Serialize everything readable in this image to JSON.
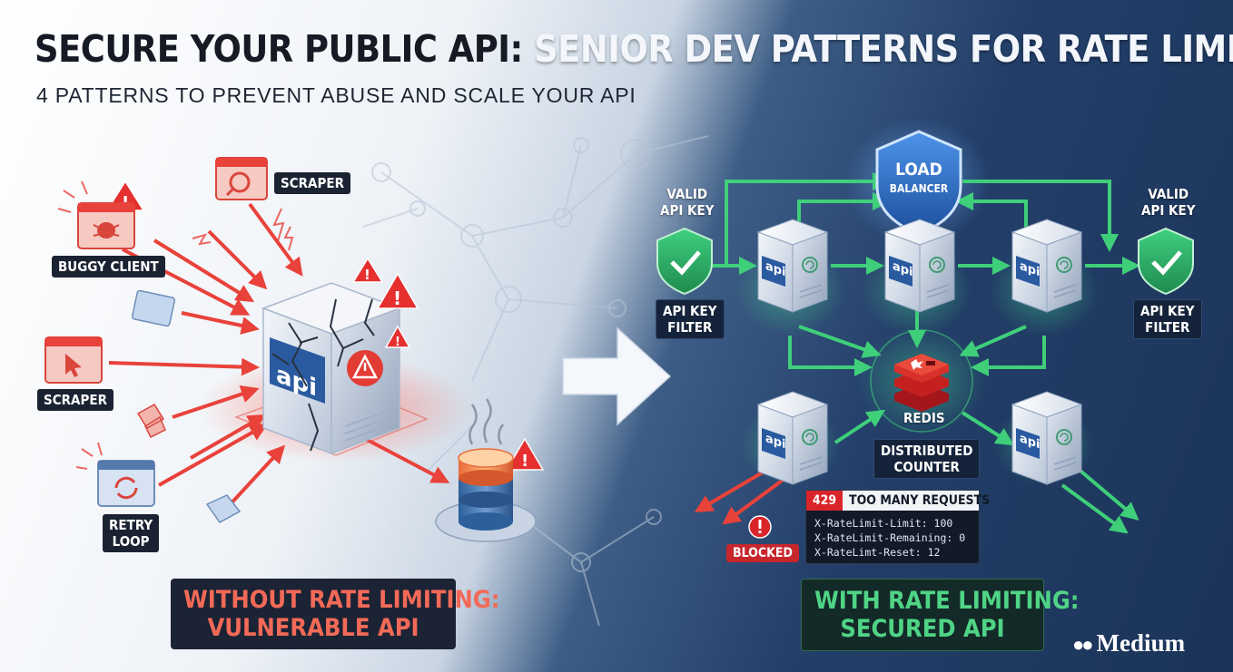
{
  "title": {
    "dark": "SECURE YOUR PUBLIC API:",
    "light": "SENIOR DEV PATTERNS FOR RATE LIMITING & SCALING"
  },
  "subtitle": "4 PATTERNS TO PREVENT ABUSE AND SCALE YOUR API",
  "left": {
    "labels": {
      "scraper_top": "SCRAPER",
      "buggy_client": "BUGGY CLIENT",
      "scraper_left": "SCRAPER",
      "retry_line1": "RETRY",
      "retry_line2": "LOOP"
    },
    "server_text": "api",
    "verdict_line1": "WITHOUT RATE LIMITING:",
    "verdict_line2": "VULNERABLE API"
  },
  "right": {
    "load_balancer_line1": "LOAD",
    "load_balancer_line2": "BALANCER",
    "valid_key_left_line1": "VALID",
    "valid_key_left_line2": "API KEY",
    "valid_key_right_line1": "VALID",
    "valid_key_right_line2": "API KEY",
    "filter_left_line1": "API KEY",
    "filter_left_line2": "FILTER",
    "filter_right_line1": "API KEY",
    "filter_right_line2": "FILTER",
    "server_text": "api",
    "redis_label": "REDIS",
    "counter_line1": "DISTRIBUTED",
    "counter_line2": "COUNTER",
    "response": {
      "code": "429",
      "message": "TOO MANY REQUESTS",
      "header_limit": "X-RateLimit-Limit: 100",
      "header_remaining": "X-RateLimit-Remaining: 0",
      "header_reset": "X-RateLimt-Reset: 12"
    },
    "blocked": "BLOCKED",
    "verdict_line1": "WITH RATE LIMITING:",
    "verdict_line2": "SECURED API"
  },
  "brand": "Medium",
  "colors": {
    "danger": "#e8423a",
    "safe": "#3fcf7a",
    "server_blue": "#2a5aa0",
    "background_dark": "#1b3358"
  },
  "icons": [
    "warning-icon",
    "shield-check-icon",
    "bug-icon",
    "cursor-icon",
    "search-icon",
    "refresh-icon",
    "database-icon",
    "redis-icon",
    "arrow-right-icon"
  ]
}
